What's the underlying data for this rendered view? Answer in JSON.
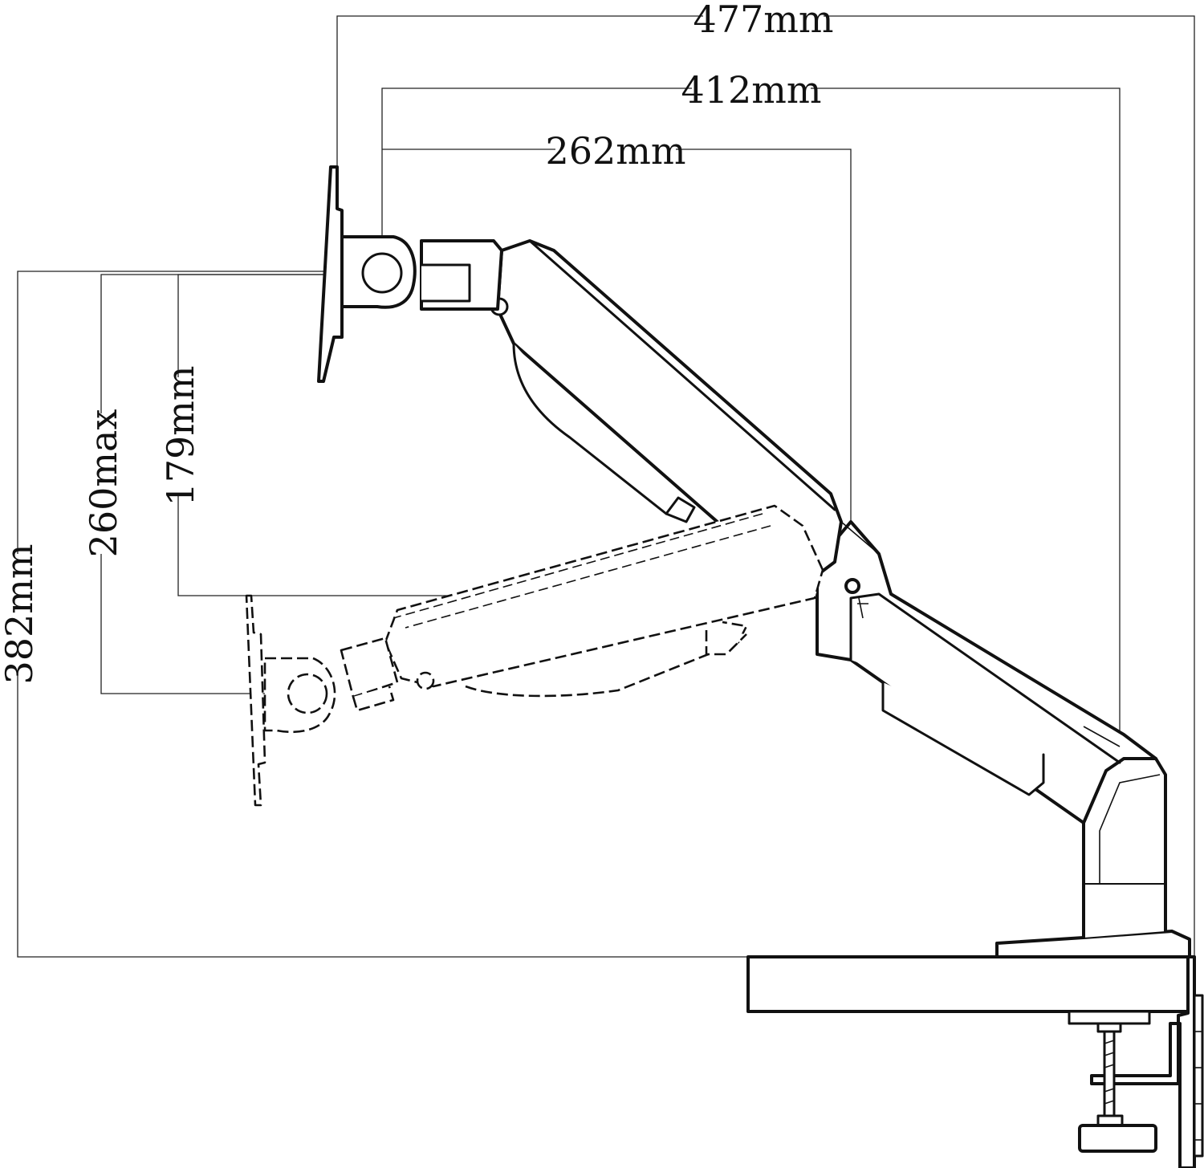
{
  "dimensions": {
    "width_total": "477mm",
    "width_mid": "412mm",
    "width_inner": "262mm",
    "height_total": "382mm",
    "height_max": "260max",
    "height_lower": "179mm"
  },
  "colors": {
    "line": "#111111",
    "background": "#ffffff"
  }
}
